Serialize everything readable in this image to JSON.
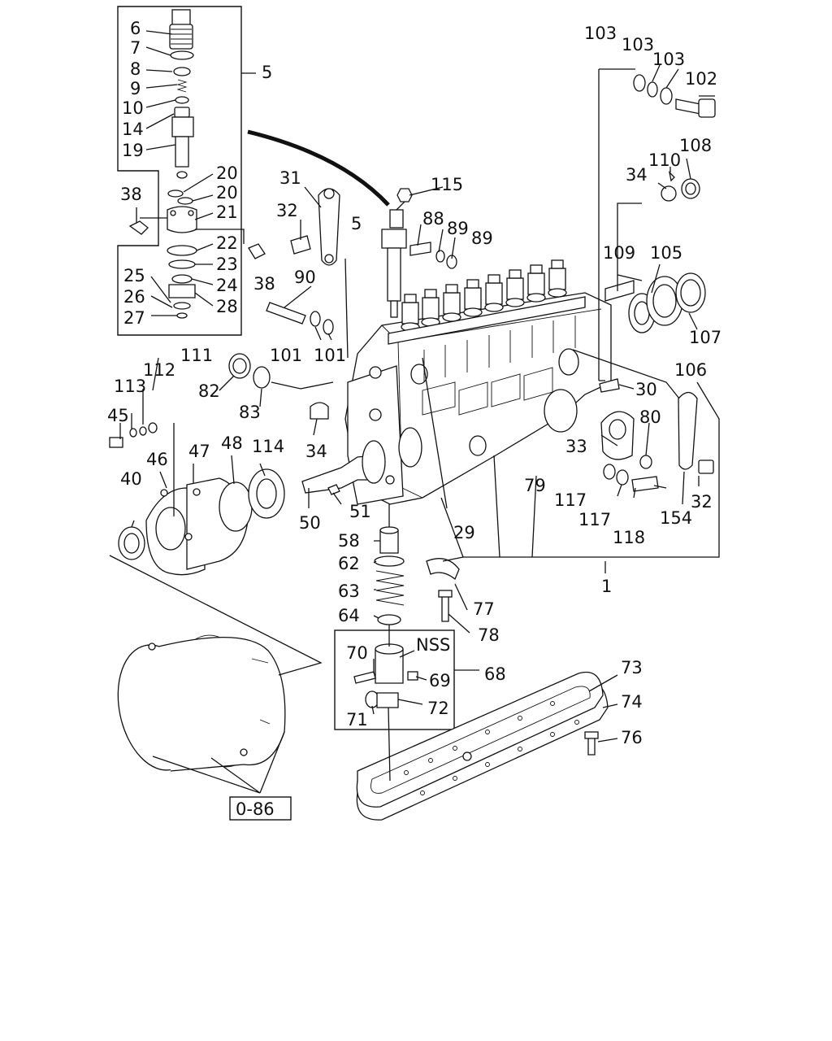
{
  "diagram": {
    "callouts": [
      {
        "id": "c6",
        "text": "6"
      },
      {
        "id": "c7",
        "text": "7"
      },
      {
        "id": "c8",
        "text": "8"
      },
      {
        "id": "c9",
        "text": "9"
      },
      {
        "id": "c10",
        "text": "10"
      },
      {
        "id": "c14",
        "text": "14"
      },
      {
        "id": "c19",
        "text": "19"
      },
      {
        "id": "c5a",
        "text": "5"
      },
      {
        "id": "c20a",
        "text": "20"
      },
      {
        "id": "c20b",
        "text": "20"
      },
      {
        "id": "c21",
        "text": "21"
      },
      {
        "id": "c22",
        "text": "22"
      },
      {
        "id": "c23",
        "text": "23"
      },
      {
        "id": "c24",
        "text": "24"
      },
      {
        "id": "c28",
        "text": "28"
      },
      {
        "id": "c25",
        "text": "25"
      },
      {
        "id": "c26",
        "text": "26"
      },
      {
        "id": "c27",
        "text": "27"
      },
      {
        "id": "c38a",
        "text": "38"
      },
      {
        "id": "c38b",
        "text": "38"
      },
      {
        "id": "c31",
        "text": "31"
      },
      {
        "id": "c32a",
        "text": "32"
      },
      {
        "id": "c5b",
        "text": "5"
      },
      {
        "id": "c115",
        "text": "115"
      },
      {
        "id": "c88",
        "text": "88"
      },
      {
        "id": "c89a",
        "text": "89"
      },
      {
        "id": "c89b",
        "text": "89"
      },
      {
        "id": "c90",
        "text": "90"
      },
      {
        "id": "c101a",
        "text": "101"
      },
      {
        "id": "c101b",
        "text": "101"
      },
      {
        "id": "c103a",
        "text": "103"
      },
      {
        "id": "c103b",
        "text": "103"
      },
      {
        "id": "c103c",
        "text": "103"
      },
      {
        "id": "c102",
        "text": "102"
      },
      {
        "id": "c110",
        "text": "110"
      },
      {
        "id": "c108",
        "text": "108"
      },
      {
        "id": "c34a",
        "text": "34"
      },
      {
        "id": "c109",
        "text": "109"
      },
      {
        "id": "c105",
        "text": "105"
      },
      {
        "id": "c107",
        "text": "107"
      },
      {
        "id": "c106",
        "text": "106"
      },
      {
        "id": "c30",
        "text": "30"
      },
      {
        "id": "c80",
        "text": "80"
      },
      {
        "id": "c33",
        "text": "33"
      },
      {
        "id": "c32b",
        "text": "32"
      },
      {
        "id": "c79",
        "text": "79"
      },
      {
        "id": "c117a",
        "text": "117"
      },
      {
        "id": "c117b",
        "text": "117"
      },
      {
        "id": "c118",
        "text": "118"
      },
      {
        "id": "c154",
        "text": "154"
      },
      {
        "id": "c29",
        "text": "29"
      },
      {
        "id": "c1",
        "text": "1"
      },
      {
        "id": "c111",
        "text": "111"
      },
      {
        "id": "c112",
        "text": "112"
      },
      {
        "id": "c113",
        "text": "113"
      },
      {
        "id": "c45",
        "text": "45"
      },
      {
        "id": "c82",
        "text": "82"
      },
      {
        "id": "c83",
        "text": "83"
      },
      {
        "id": "c34b",
        "text": "34"
      },
      {
        "id": "c46",
        "text": "46"
      },
      {
        "id": "c47",
        "text": "47"
      },
      {
        "id": "c48",
        "text": "48"
      },
      {
        "id": "c114",
        "text": "114"
      },
      {
        "id": "c40",
        "text": "40"
      },
      {
        "id": "c50",
        "text": "50"
      },
      {
        "id": "c51",
        "text": "51"
      },
      {
        "id": "c58",
        "text": "58"
      },
      {
        "id": "c62",
        "text": "62"
      },
      {
        "id": "c63",
        "text": "63"
      },
      {
        "id": "c64",
        "text": "64"
      },
      {
        "id": "c77",
        "text": "77"
      },
      {
        "id": "c78",
        "text": "78"
      },
      {
        "id": "c70",
        "text": "70"
      },
      {
        "id": "cNSS",
        "text": "NSS"
      },
      {
        "id": "c69",
        "text": "69"
      },
      {
        "id": "c68",
        "text": "68"
      },
      {
        "id": "c71",
        "text": "71"
      },
      {
        "id": "c72",
        "text": "72"
      },
      {
        "id": "c73",
        "text": "73"
      },
      {
        "id": "c74",
        "text": "74"
      },
      {
        "id": "c76",
        "text": "76"
      }
    ],
    "reference_box_label": "0-86"
  }
}
